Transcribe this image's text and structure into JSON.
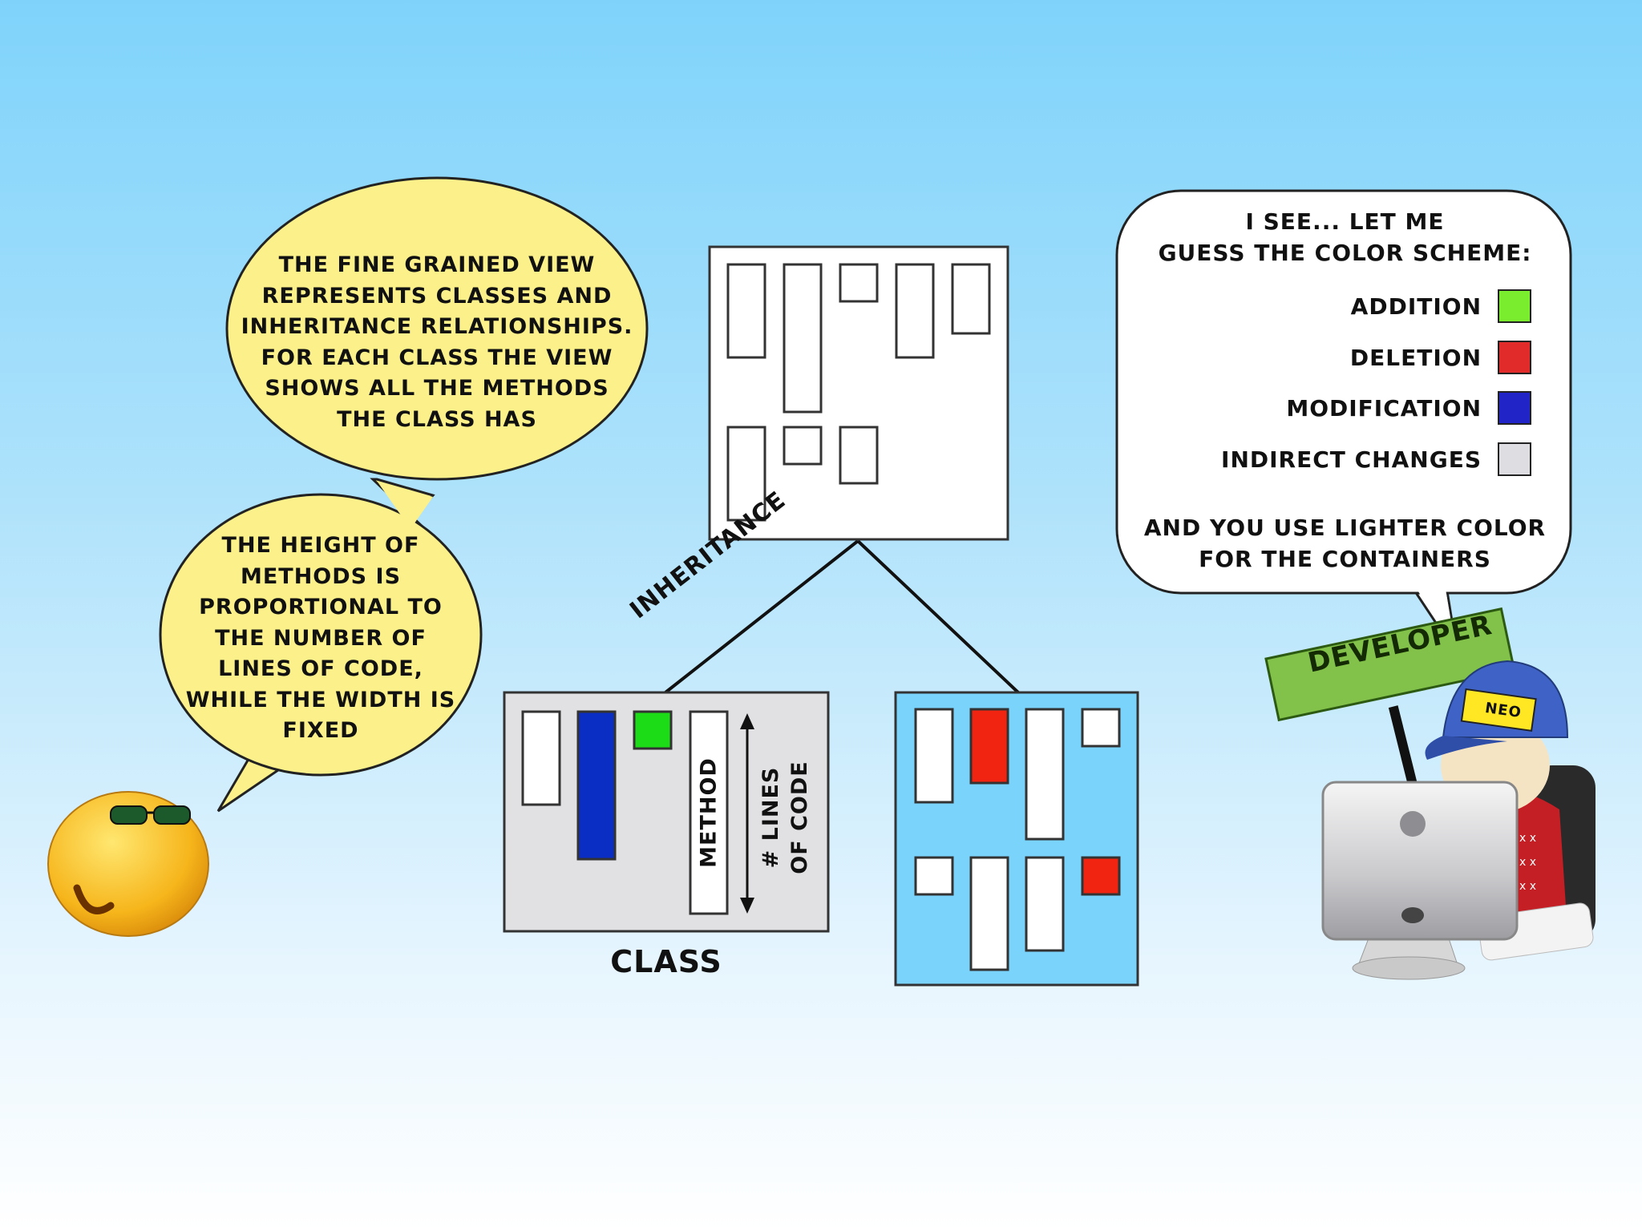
{
  "bubble_yellow_top": {
    "lines": [
      "The fine grained view",
      "represents classes and",
      "inheritance relationships.",
      "For each class the view",
      "shows all the methods",
      "the class has"
    ]
  },
  "bubble_yellow_bottom": {
    "lines": [
      "The height of",
      "methods is",
      "proportional to",
      "the number of",
      "lines of code,",
      "while the width is",
      "fixed"
    ]
  },
  "bubble_white": {
    "lines": [
      "I see... let me",
      "guess the color scheme:"
    ],
    "legend": [
      {
        "label": "Addition",
        "color": "#7aed2f"
      },
      {
        "label": "Deletion",
        "color": "#e12a2a"
      },
      {
        "label": "Modification",
        "color": "#2125c7"
      },
      {
        "label": "Indirect Changes",
        "color": "#dedee2"
      }
    ],
    "footer_lines": [
      "And you use lighter color",
      "for the containers"
    ]
  },
  "diagram": {
    "inheritance_label": "Inheritance",
    "class_label": "Class",
    "method_label": "Method",
    "lines_of_code_label": [
      "# lines",
      "of code"
    ]
  },
  "developer": {
    "sign_label": "Developer",
    "cap_label": "NEO"
  },
  "colors": {
    "bubble_yellow": "#fbf089",
    "bubble_white": "#ffffff",
    "container_gray": "#e1e1e3",
    "container_blue": "#7ad3fb",
    "modification_blue": "#0a2ec3",
    "addition_green": "#1bdc16",
    "deletion_red": "#f12412",
    "sign_green": "#82c24a"
  }
}
